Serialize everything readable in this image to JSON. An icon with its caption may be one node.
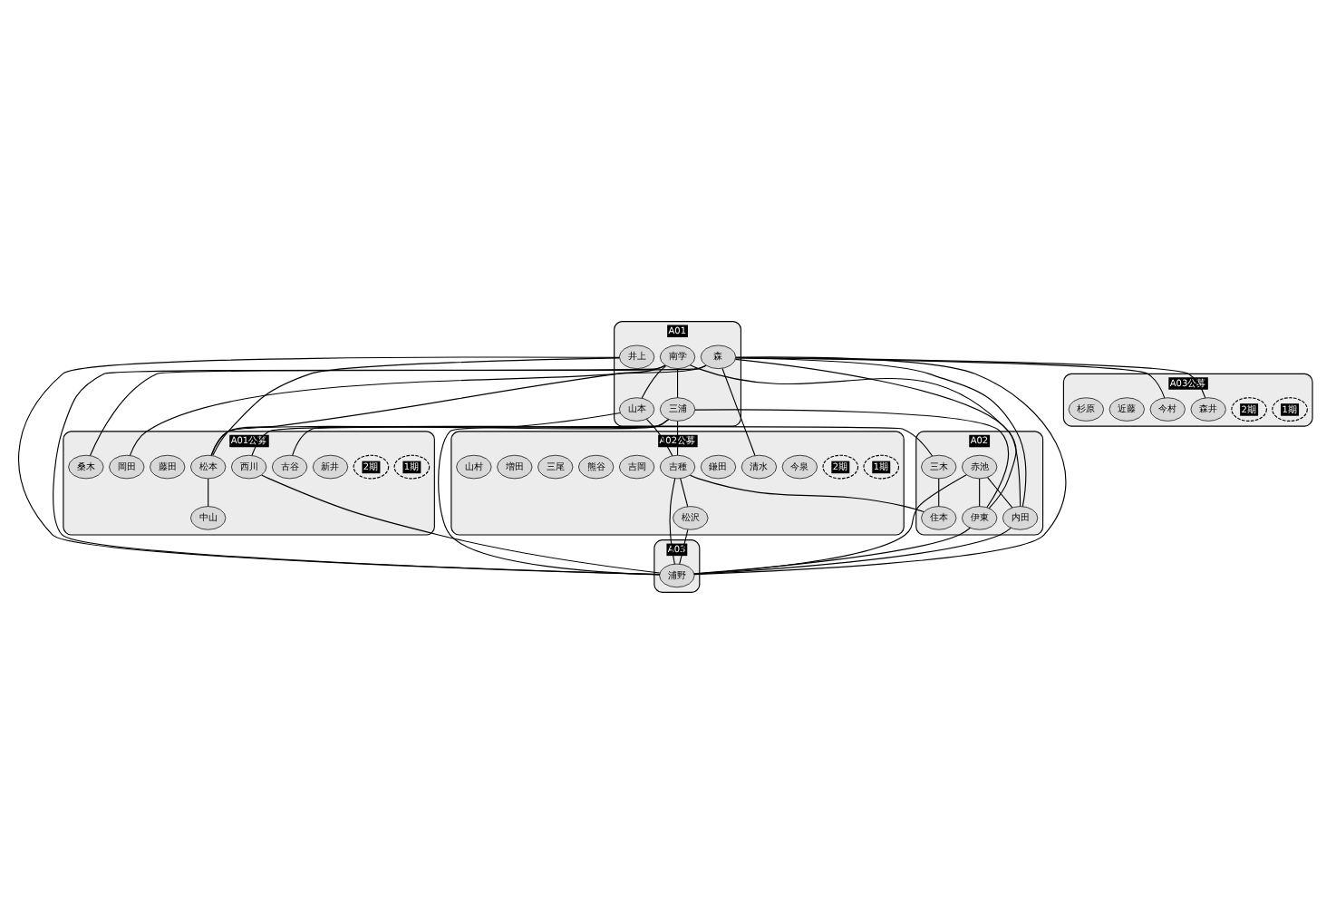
{
  "diagram": {
    "nodes": [
      {
        "text": [
          "A01"
        ]
      },
      {
        "text": [
          "南学"
        ],
        "in": 0
      },
      {
        "text": [
          "井上"
        ],
        "in": 0
      },
      {
        "text": [
          "山本"
        ],
        "in": 0
      },
      {
        "text": [
          "三浦"
        ],
        "in": 0
      },
      {
        "text": [
          "森"
        ],
        "in": 0
      },
      {
        "text": [
          "A01公募"
        ]
      },
      {
        "text": [
          "1期"
        ],
        "in": 6
      },
      {
        "text": [
          "2期"
        ],
        "in": 6
      },
      {
        "text": [
          "新井"
        ],
        "in": 6
      },
      {
        "text": [
          "古谷"
        ],
        "in": 6
      },
      {
        "text": [
          "松本"
        ],
        "in": 6
      },
      {
        "text": [
          "中山"
        ],
        "in": 6
      },
      {
        "text": [
          "西川"
        ],
        "in": 6
      },
      {
        "text": [
          "藤田"
        ],
        "in": 6
      },
      {
        "text": [
          "岡田"
        ],
        "in": 6
      },
      {
        "text": [
          "桑木"
        ],
        "in": 6
      },
      {
        "text": [
          "A02公募"
        ]
      },
      {
        "text": [
          "1期"
        ],
        "in": 17
      },
      {
        "text": [
          "2期"
        ],
        "in": 17
      },
      {
        "text": [
          "今泉"
        ],
        "in": 17
      },
      {
        "text": [
          "清水"
        ],
        "in": 17
      },
      {
        "text": [
          "鎌田"
        ],
        "in": 17
      },
      {
        "text": [
          "吉種"
        ],
        "in": 17
      },
      {
        "text": [
          "松沢"
        ],
        "in": 17
      },
      {
        "text": [
          "吉岡"
        ],
        "in": 17
      },
      {
        "text": [
          "熊谷"
        ],
        "in": 17
      },
      {
        "text": [
          "三尾"
        ],
        "in": 17
      },
      {
        "text": [
          "増田"
        ],
        "in": 17
      },
      {
        "text": [
          "山村"
        ],
        "in": 17
      },
      {
        "text": [
          "A02"
        ]
      },
      {
        "text": [
          "赤池"
        ],
        "in": 30
      },
      {
        "text": [
          "三木"
        ],
        "in": 30
      },
      {
        "text": [
          "住本"
        ],
        "in": 30
      },
      {
        "text": [
          "内田"
        ],
        "in": 30
      },
      {
        "text": [
          "伊東"
        ],
        "in": 30
      },
      {
        "text": [
          "A03"
        ]
      },
      {
        "text": [
          "浦野"
        ],
        "in": 36
      },
      {
        "text": [
          "A03公募"
        ]
      },
      {
        "text": [
          "1期"
        ],
        "in": 38
      },
      {
        "text": [
          "2期"
        ],
        "in": 38
      },
      {
        "text": [
          "今村"
        ],
        "in": 38
      },
      {
        "text": [
          "森井"
        ],
        "in": 38
      },
      {
        "text": [
          "近藤"
        ],
        "in": 38
      },
      {
        "text": [
          "杉原"
        ],
        "in": 38
      }
    ],
    "edges": [
      {
        "from": 1,
        "to": 3,
        "arrow": "none"
      },
      {
        "from": 1,
        "to": 4,
        "arrow": "none"
      },
      {
        "from": 1,
        "to": 11,
        "arrow": "none"
      },
      {
        "from": 1,
        "to": 34,
        "arrow": "none"
      },
      {
        "from": 1,
        "to": 37,
        "arrow": "none"
      },
      {
        "from": 2,
        "to": 11,
        "arrow": "none"
      },
      {
        "from": 2,
        "to": 37,
        "arrow": "none"
      },
      {
        "from": 3,
        "to": 13,
        "arrow": "none"
      },
      {
        "from": 3,
        "to": 23,
        "arrow": "none"
      },
      {
        "from": 4,
        "to": 11,
        "arrow": "none"
      },
      {
        "from": 4,
        "to": 35,
        "arrow": "none"
      },
      {
        "from": 4,
        "to": 37,
        "arrow": "none"
      },
      {
        "from": 4,
        "to": 23,
        "arrow": "none"
      },
      {
        "from": 5,
        "to": 21,
        "arrow": "none"
      },
      {
        "from": 5,
        "to": 15,
        "arrow": "none"
      },
      {
        "from": 5,
        "to": 16,
        "arrow": "none"
      },
      {
        "from": 5,
        "to": 41,
        "arrow": "none"
      },
      {
        "from": 5,
        "to": 42,
        "arrow": "none"
      },
      {
        "from": 5,
        "to": 37,
        "arrow": "none"
      },
      {
        "from": 5,
        "to": 34,
        "arrow": "none"
      },
      {
        "from": 5,
        "to": 35,
        "arrow": "none"
      },
      {
        "from": 10,
        "to": 32,
        "arrow": "none"
      },
      {
        "from": 11,
        "to": 12,
        "arrow": "none"
      },
      {
        "from": 13,
        "to": 37,
        "arrow": "none"
      },
      {
        "from": 23,
        "to": 24,
        "arrow": "none"
      },
      {
        "from": 23,
        "to": 33,
        "arrow": "none"
      },
      {
        "from": 23,
        "to": 37,
        "arrow": "none"
      },
      {
        "from": 24,
        "to": 37,
        "arrow": "none"
      },
      {
        "from": 31,
        "to": 34,
        "arrow": "none"
      },
      {
        "from": 31,
        "to": 35,
        "arrow": "none"
      },
      {
        "from": 31,
        "to": 37,
        "arrow": "none"
      },
      {
        "from": 32,
        "to": 33,
        "arrow": "none"
      },
      {
        "from": 34,
        "to": 37,
        "arrow": "none"
      },
      {
        "from": 35,
        "to": 37,
        "arrow": "none"
      }
    ]
  }
}
